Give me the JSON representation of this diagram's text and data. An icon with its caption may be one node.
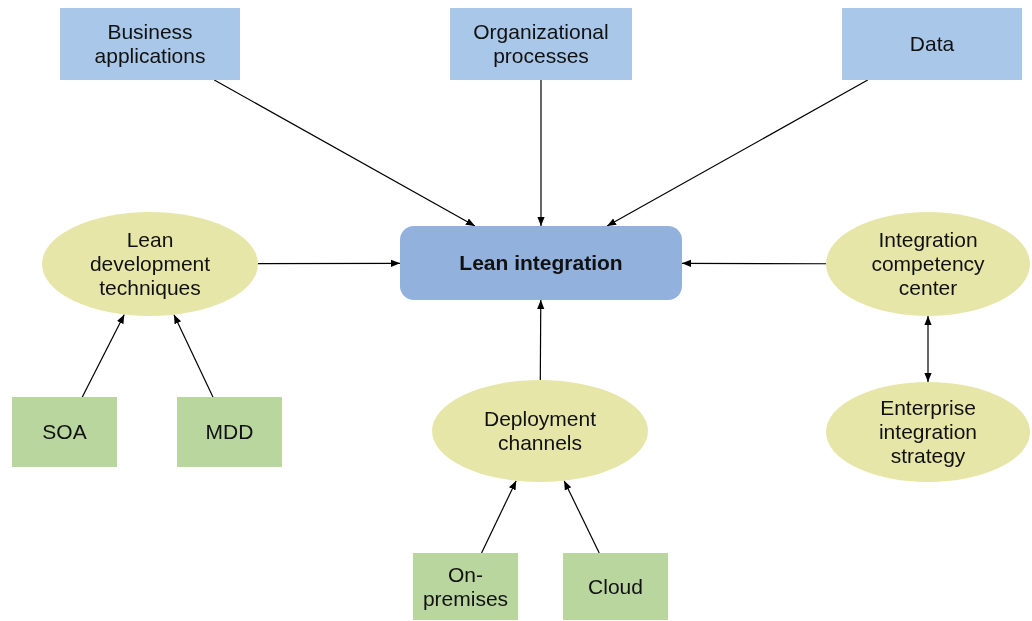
{
  "diagram": {
    "nodes": [
      {
        "text": [
          "Business applications"
        ]
      },
      {
        "text": [
          "Organizational processes"
        ]
      },
      {
        "text": [
          "Data"
        ]
      },
      {
        "text": [
          "Lean development techniques"
        ]
      },
      {
        "text": [
          "Lean integration"
        ]
      },
      {
        "text": [
          "Integration competency center"
        ]
      },
      {
        "text": [
          "SOA"
        ]
      },
      {
        "text": [
          "MDD"
        ]
      },
      {
        "text": [
          "Deployment channels"
        ]
      },
      {
        "text": [
          "Enterprise integration strategy"
        ]
      },
      {
        "text": [
          "On-premises"
        ]
      },
      {
        "text": [
          "Cloud"
        ]
      }
    ],
    "edges": [
      {
        "from": 0,
        "to": 4,
        "arrow": "to"
      },
      {
        "from": 1,
        "to": 4,
        "arrow": "to"
      },
      {
        "from": 2,
        "to": 4,
        "arrow": "to"
      },
      {
        "from": 3,
        "to": 4,
        "arrow": "to"
      },
      {
        "from": 5,
        "to": 4,
        "arrow": "to"
      },
      {
        "from": 8,
        "to": 4,
        "arrow": "to"
      },
      {
        "from": 6,
        "to": 3,
        "arrow": "to"
      },
      {
        "from": 7,
        "to": 3,
        "arrow": "to"
      },
      {
        "from": 10,
        "to": 8,
        "arrow": "to"
      },
      {
        "from": 11,
        "to": 8,
        "arrow": "to"
      },
      {
        "from": 5,
        "to": 9,
        "arrow": "both"
      }
    ]
  }
}
